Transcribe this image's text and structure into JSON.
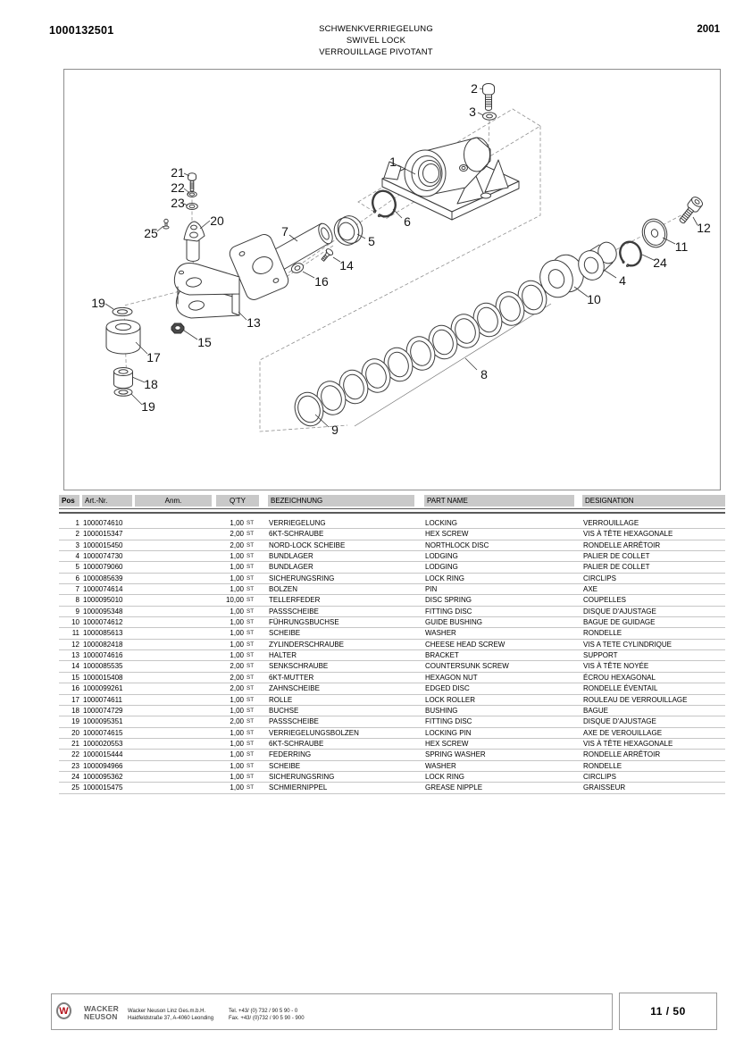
{
  "header": {
    "doc_number": "1000132501",
    "year": "2001",
    "title_de": "SCHWENKVERRIEGELUNG",
    "title_en": "SWIVEL LOCK",
    "title_fr": "VERROUILLAGE PIVOTANT"
  },
  "diagram": {
    "callouts": [
      "2",
      "3",
      "1",
      "6",
      "5",
      "7",
      "14",
      "16",
      "12",
      "11",
      "24",
      "4",
      "10",
      "21",
      "22",
      "23",
      "20",
      "25",
      "19",
      "17",
      "15",
      "13",
      "18",
      "19",
      "9",
      "8"
    ]
  },
  "table": {
    "headers": {
      "pos": "Pos",
      "art_nr": "Art.-Nr.",
      "anm": "Anm.",
      "qty": "Q'TY",
      "bezeichnung": "BEZEICHNUNG",
      "part_name": "PART NAME",
      "designation": "DESIGNATION"
    },
    "rows": [
      {
        "pos": "1",
        "art_nr": "1000074610",
        "anm": "",
        "qty": "1,00",
        "unit": "ST",
        "bezeichnung": "VERRIEGELUNG",
        "part_name": "LOCKING",
        "designation": "VERROUILLAGE"
      },
      {
        "pos": "2",
        "art_nr": "1000015347",
        "anm": "",
        "qty": "2,00",
        "unit": "ST",
        "bezeichnung": "6KT-SCHRAUBE",
        "part_name": "HEX SCREW",
        "designation": "VIS À TÊTE HEXAGONALE"
      },
      {
        "pos": "3",
        "art_nr": "1000015450",
        "anm": "",
        "qty": "2,00",
        "unit": "ST",
        "bezeichnung": "NORD-LOCK SCHEIBE",
        "part_name": "NORTHLOCK DISC",
        "designation": "RONDELLE ARRÊTOIR"
      },
      {
        "pos": "4",
        "art_nr": "1000074730",
        "anm": "",
        "qty": "1,00",
        "unit": "ST",
        "bezeichnung": "BUNDLAGER",
        "part_name": "LODGING",
        "designation": "PALIER DE COLLET"
      },
      {
        "pos": "5",
        "art_nr": "1000079060",
        "anm": "",
        "qty": "1,00",
        "unit": "ST",
        "bezeichnung": "BUNDLAGER",
        "part_name": "LODGING",
        "designation": "PALIER DE COLLET"
      },
      {
        "pos": "6",
        "art_nr": "1000085639",
        "anm": "",
        "qty": "1,00",
        "unit": "ST",
        "bezeichnung": "SICHERUNGSRING",
        "part_name": "LOCK RING",
        "designation": "CIRCLIPS"
      },
      {
        "pos": "7",
        "art_nr": "1000074614",
        "anm": "",
        "qty": "1,00",
        "unit": "ST",
        "bezeichnung": "BOLZEN",
        "part_name": "PIN",
        "designation": "AXE"
      },
      {
        "pos": "8",
        "art_nr": "1000095010",
        "anm": "",
        "qty": "10,00",
        "unit": "ST",
        "bezeichnung": "TELLERFEDER",
        "part_name": "DISC SPRING",
        "designation": "COUPELLES"
      },
      {
        "pos": "9",
        "art_nr": "1000095348",
        "anm": "",
        "qty": "1,00",
        "unit": "ST",
        "bezeichnung": "PASSSCHEIBE",
        "part_name": "FITTING DISC",
        "designation": "DISQUE D'AJUSTAGE"
      },
      {
        "pos": "10",
        "art_nr": "1000074612",
        "anm": "",
        "qty": "1,00",
        "unit": "ST",
        "bezeichnung": "FÜHRUNGSBUCHSE",
        "part_name": "GUIDE BUSHING",
        "designation": "BAGUE DE GUIDAGE"
      },
      {
        "pos": "11",
        "art_nr": "1000085613",
        "anm": "",
        "qty": "1,00",
        "unit": "ST",
        "bezeichnung": "SCHEIBE",
        "part_name": "WASHER",
        "designation": "RONDELLE"
      },
      {
        "pos": "12",
        "art_nr": "1000082418",
        "anm": "",
        "qty": "1,00",
        "unit": "ST",
        "bezeichnung": "ZYLINDERSCHRAUBE",
        "part_name": "CHEESE HEAD SCREW",
        "designation": "VIS A TETE CYLINDRIQUE"
      },
      {
        "pos": "13",
        "art_nr": "1000074616",
        "anm": "",
        "qty": "1,00",
        "unit": "ST",
        "bezeichnung": "HALTER",
        "part_name": "BRACKET",
        "designation": "SUPPORT"
      },
      {
        "pos": "14",
        "art_nr": "1000085535",
        "anm": "",
        "qty": "2,00",
        "unit": "ST",
        "bezeichnung": "SENKSCHRAUBE",
        "part_name": "COUNTERSUNK SCREW",
        "designation": "VIS À TÊTE NOYÉE"
      },
      {
        "pos": "15",
        "art_nr": "1000015408",
        "anm": "",
        "qty": "2,00",
        "unit": "ST",
        "bezeichnung": "6KT-MUTTER",
        "part_name": "HEXAGON NUT",
        "designation": "ÉCROU HEXAGONAL"
      },
      {
        "pos": "16",
        "art_nr": "1000099261",
        "anm": "",
        "qty": "2,00",
        "unit": "ST",
        "bezeichnung": "ZAHNSCHEIBE",
        "part_name": "EDGED DISC",
        "designation": "RONDELLE ÉVENTAIL"
      },
      {
        "pos": "17",
        "art_nr": "1000074611",
        "anm": "",
        "qty": "1,00",
        "unit": "ST",
        "bezeichnung": "ROLLE",
        "part_name": "LOCK ROLLER",
        "designation": "ROULEAU DE VERROUILLAGE"
      },
      {
        "pos": "18",
        "art_nr": "1000074729",
        "anm": "",
        "qty": "1,00",
        "unit": "ST",
        "bezeichnung": "BUCHSE",
        "part_name": "BUSHING",
        "designation": "BAGUE"
      },
      {
        "pos": "19",
        "art_nr": "1000095351",
        "anm": "",
        "qty": "2,00",
        "unit": "ST",
        "bezeichnung": "PASSSCHEIBE",
        "part_name": "FITTING DISC",
        "designation": "DISQUE D'AJUSTAGE"
      },
      {
        "pos": "20",
        "art_nr": "1000074615",
        "anm": "",
        "qty": "1,00",
        "unit": "ST",
        "bezeichnung": "VERRIEGELUNGSBOLZEN",
        "part_name": "LOCKING PIN",
        "designation": "AXE DE VEROUILLAGE"
      },
      {
        "pos": "21",
        "art_nr": "1000020553",
        "anm": "",
        "qty": "1,00",
        "unit": "ST",
        "bezeichnung": "6KT-SCHRAUBE",
        "part_name": "HEX SCREW",
        "designation": "VIS À TÊTE HEXAGONALE"
      },
      {
        "pos": "22",
        "art_nr": "1000015444",
        "anm": "",
        "qty": "1,00",
        "unit": "ST",
        "bezeichnung": "FEDERRING",
        "part_name": "SPRING WASHER",
        "designation": "RONDELLE ARRÊTOIR"
      },
      {
        "pos": "23",
        "art_nr": "1000094966",
        "anm": "",
        "qty": "1,00",
        "unit": "ST",
        "bezeichnung": "SCHEIBE",
        "part_name": "WASHER",
        "designation": "RONDELLE"
      },
      {
        "pos": "24",
        "art_nr": "1000095362",
        "anm": "",
        "qty": "1,00",
        "unit": "ST",
        "bezeichnung": "SICHERUNGSRING",
        "part_name": "LOCK RING",
        "designation": "CIRCLIPS"
      },
      {
        "pos": "25",
        "art_nr": "1000015475",
        "anm": "",
        "qty": "1,00",
        "unit": "ST",
        "bezeichnung": "SCHMIERNIPPEL",
        "part_name": "GREASE NIPPLE",
        "designation": "GRAISSEUR"
      }
    ]
  },
  "footer": {
    "brand_line1": "WACKER",
    "brand_line2": "NEUSON",
    "logo_letter": "W",
    "company_line1": "Wacker Neuson Linz  Ges.m.b.H.",
    "company_line2": "Haidfeldstraße 37, A-4060 Leonding",
    "tel": "Tel. +43/ (0) 732 / 90 5 90 - 0",
    "fax": "Fax. +43/ (0)732 / 90 5 90 - 900",
    "page": "11 / 50"
  },
  "colors": {
    "brand_red": "#B5121B",
    "table_header_gray": "#C9C9C9"
  }
}
